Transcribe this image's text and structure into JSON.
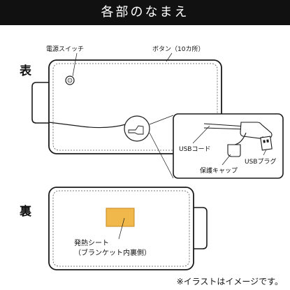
{
  "header": {
    "title": "各部のなまえ"
  },
  "front": {
    "side_label": "表",
    "power_switch_label": "電源スイッチ",
    "button_label": "ボタン（10カ所）",
    "usb_cord_label": "USBコード",
    "protective_cap_label": "保護キャップ",
    "usb_plug_label": "USBプラグ"
  },
  "back": {
    "side_label": "裏",
    "heating_sheet_line1": "発熱シート",
    "heating_sheet_line2": "（ブランケット内裏側）"
  },
  "footer": {
    "note": "※イラストはイメージです。"
  },
  "colors": {
    "header_bg": "#111111",
    "heating_sheet": "#f0b84a",
    "outline": "#1a1a1a"
  }
}
